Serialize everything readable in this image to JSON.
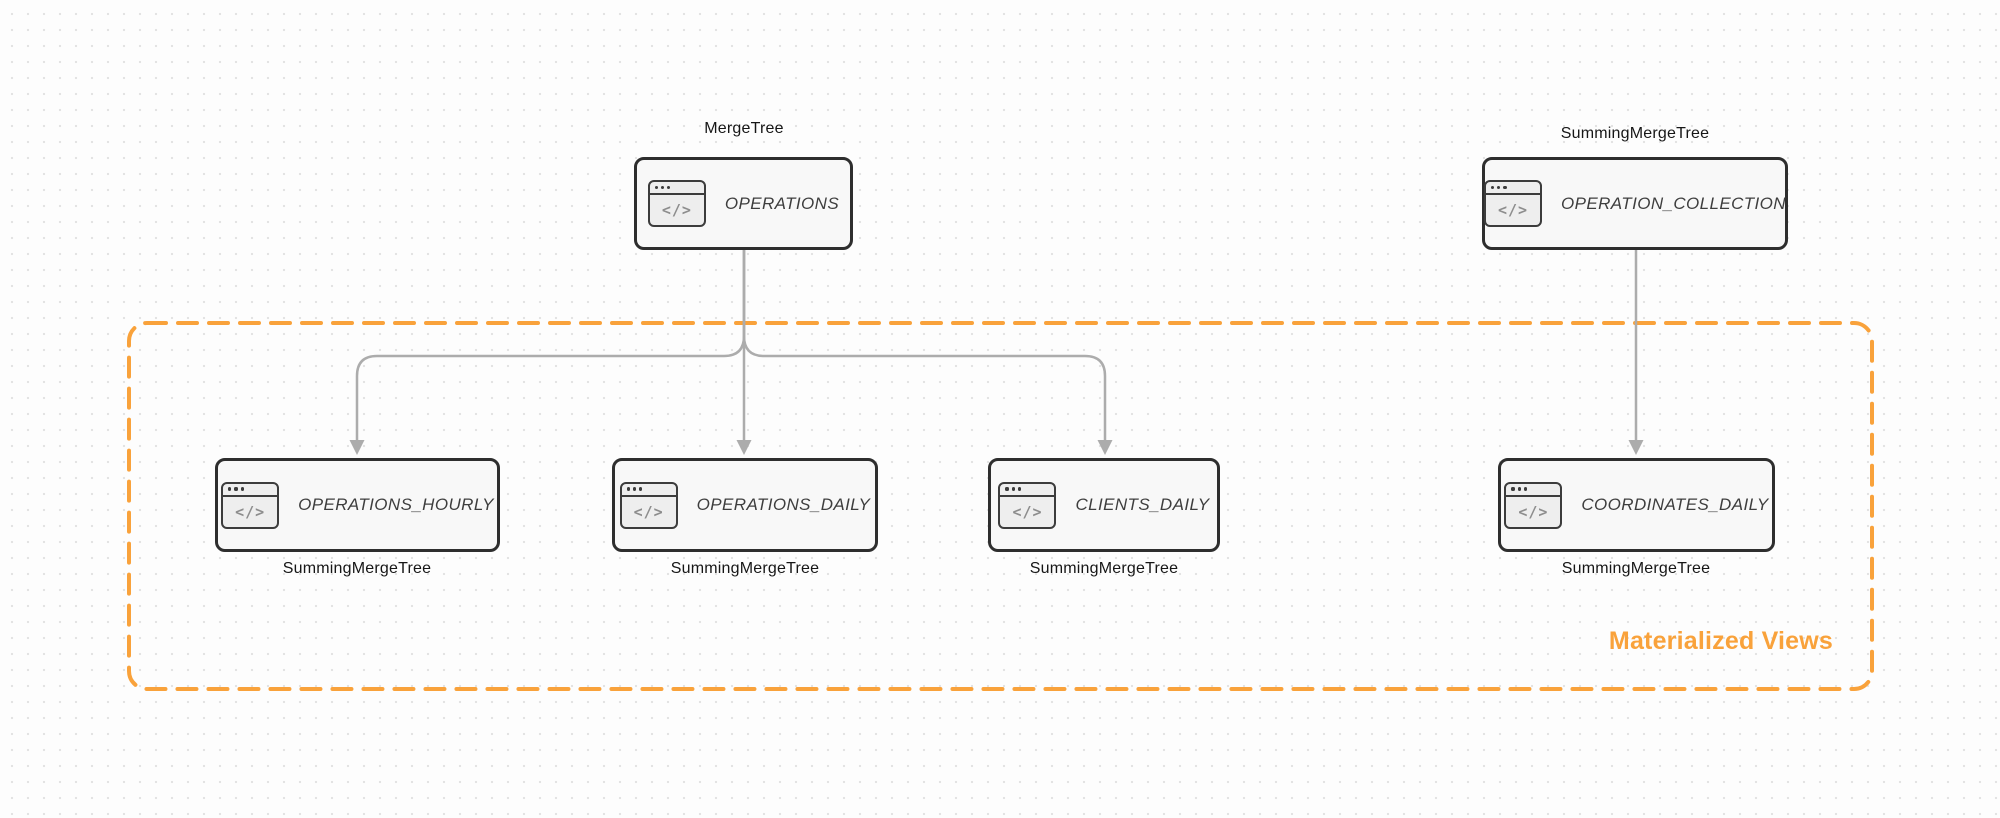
{
  "group": {
    "label": "Materialized Views",
    "border_color": "#f9a23b",
    "label_color": "#f9a23b",
    "border_style": "dashed"
  },
  "icon_glyph": "</>",
  "icon_name": "code-window-icon",
  "nodes": [
    {
      "id": "operations",
      "table": "OPERATIONS",
      "engine": "MergeTree",
      "engine_position": "above",
      "in_group": false
    },
    {
      "id": "operation-collection",
      "table": "OPERATION_COLLECTION",
      "engine": "SummingMergeTree",
      "engine_position": "above",
      "in_group": false
    },
    {
      "id": "operations-hourly",
      "table": "OPERATIONS_HOURLY",
      "engine": "SummingMergeTree",
      "engine_position": "below",
      "in_group": true
    },
    {
      "id": "operations-daily",
      "table": "OPERATIONS_DAILY",
      "engine": "SummingMergeTree",
      "engine_position": "below",
      "in_group": true
    },
    {
      "id": "clients-daily",
      "table": "CLIENTS_DAILY",
      "engine": "SummingMergeTree",
      "engine_position": "below",
      "in_group": true
    },
    {
      "id": "coordinates-daily",
      "table": "COORDINATES_DAILY",
      "engine": "SummingMergeTree",
      "engine_position": "below",
      "in_group": true
    }
  ],
  "edges": [
    {
      "from": "OPERATIONS",
      "to": "OPERATIONS_HOURLY"
    },
    {
      "from": "OPERATIONS",
      "to": "OPERATIONS_DAILY"
    },
    {
      "from": "OPERATIONS",
      "to": "CLIENTS_DAILY"
    },
    {
      "from": "OPERATION_COLLECTION",
      "to": "COORDINATES_DAILY"
    }
  ],
  "colors": {
    "edge_gray": "#acacac",
    "node_border": "#2e2e2e",
    "node_fill": "#f8f8f8",
    "background": "#fdfdfd",
    "grid_dot": "#e3e3e3"
  }
}
